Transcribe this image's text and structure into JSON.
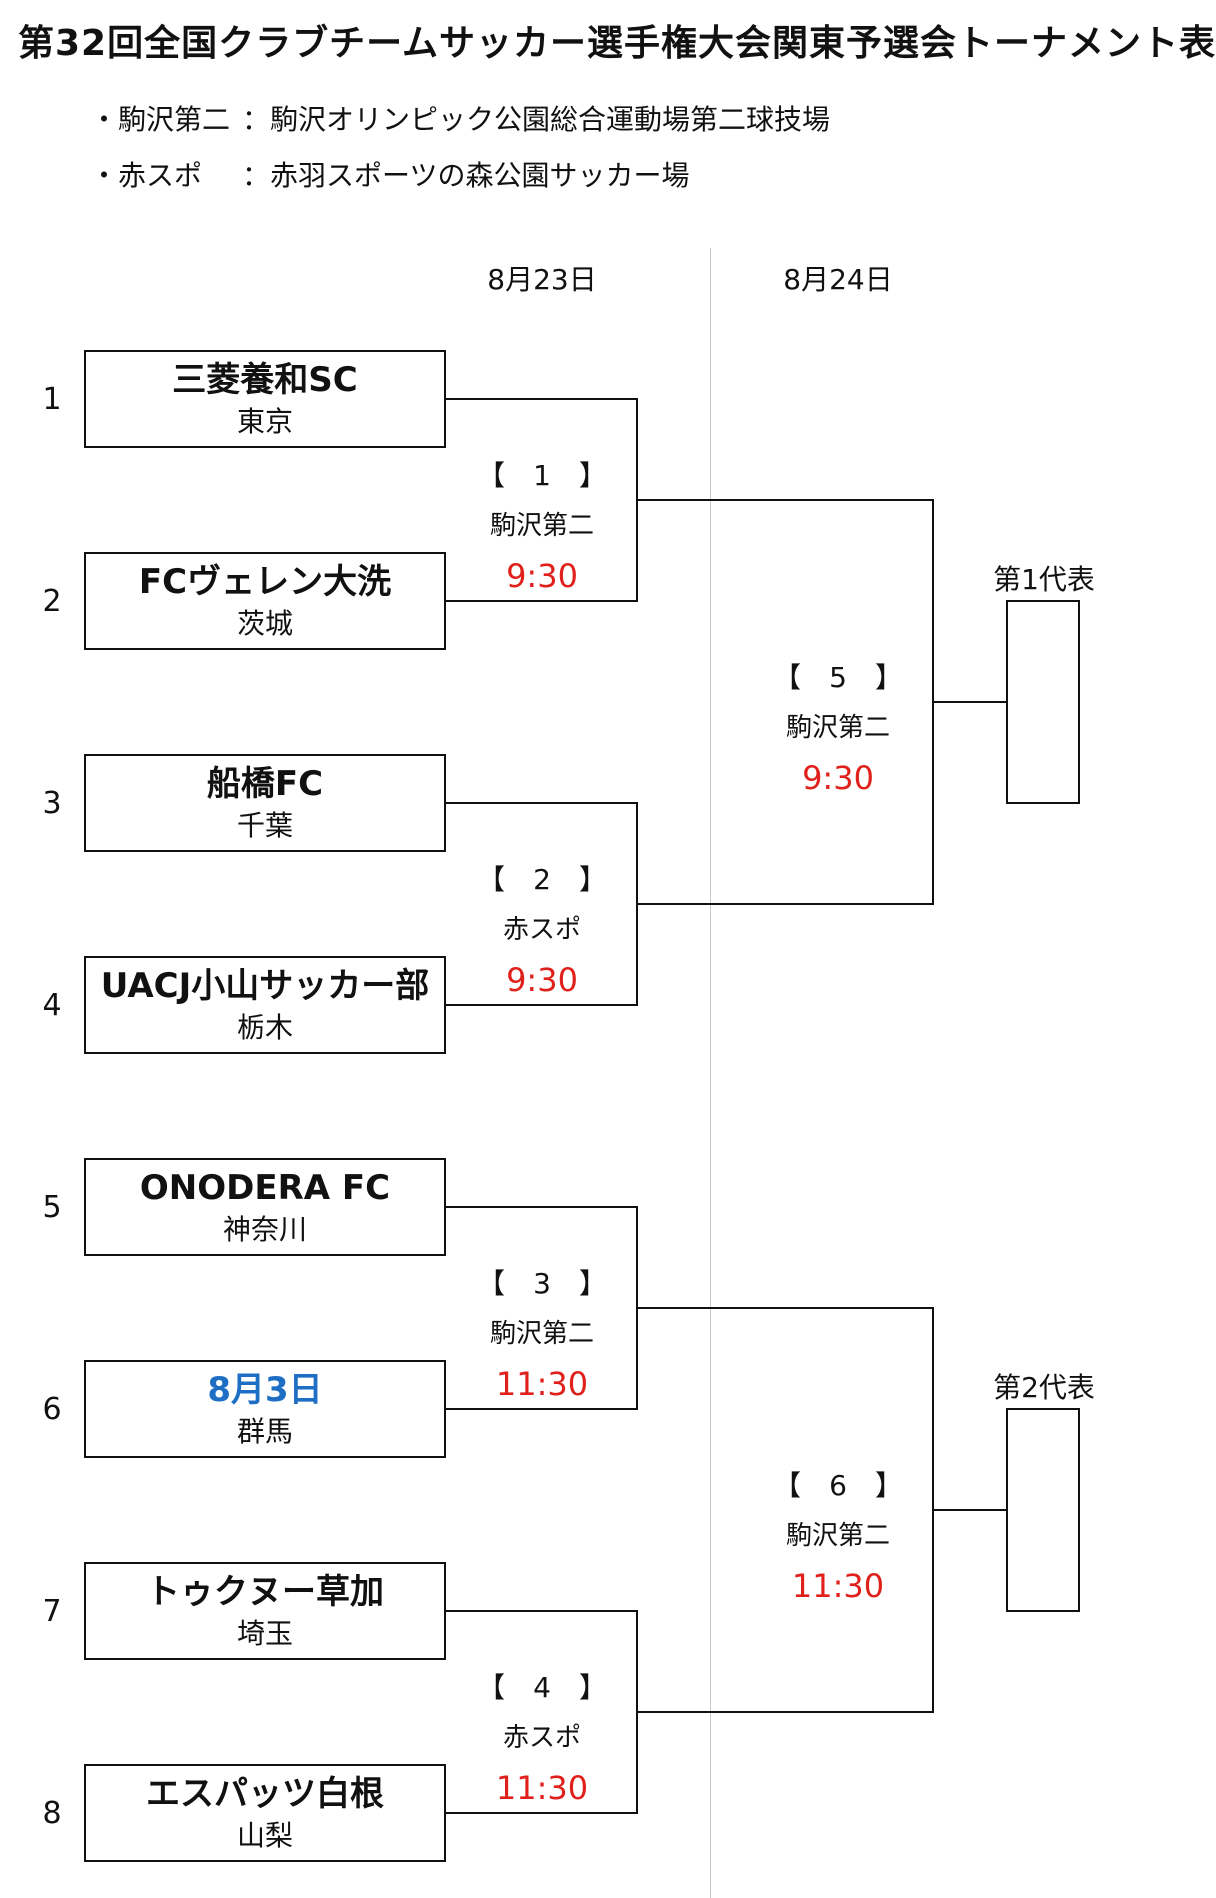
{
  "title": "第32回全国クラブチームサッカー選手権大会関東予選会トーナメント表",
  "notes": [
    {
      "label": "・駒沢第二",
      "value": "：駒沢オリンピック公園総合運動場第二球技場"
    },
    {
      "label": "・赤スポ",
      "value": "：赤羽スポーツの森公園サッカー場"
    }
  ],
  "dates": [
    "8月23日",
    "8月24日"
  ],
  "teams": [
    {
      "seed": "1",
      "name": "三菱養和SC",
      "pref": "東京",
      "accent": "#111111"
    },
    {
      "seed": "2",
      "name": "FCヴェレン大洗",
      "pref": "茨城",
      "accent": "#111111"
    },
    {
      "seed": "3",
      "name": "船橋FC",
      "pref": "千葉",
      "accent": "#111111"
    },
    {
      "seed": "4",
      "name": "UACJ小山サッカー部",
      "pref": "栃木",
      "accent": "#111111"
    },
    {
      "seed": "5",
      "name": "ONODERA FC",
      "pref": "神奈川",
      "accent": "#111111"
    },
    {
      "seed": "6",
      "name": "8月3日",
      "pref": "群馬",
      "accent": "#1e6fc4"
    },
    {
      "seed": "7",
      "name": "トゥクヌー草加",
      "pref": "埼玉",
      "accent": "#111111"
    },
    {
      "seed": "8",
      "name": "エスパッツ白根",
      "pref": "山梨",
      "accent": "#111111"
    }
  ],
  "matches": [
    {
      "num": "【　1　】",
      "venue": "駒沢第二",
      "time": "9:30"
    },
    {
      "num": "【　2　】",
      "venue": "赤スポ",
      "time": "9:30"
    },
    {
      "num": "【　3　】",
      "venue": "駒沢第二",
      "time": "11:30"
    },
    {
      "num": "【　4　】",
      "venue": "赤スポ",
      "time": "11:30"
    },
    {
      "num": "【　5　】",
      "venue": "駒沢第二",
      "time": "9:30"
    },
    {
      "num": "【　6　】",
      "venue": "駒沢第二",
      "time": "11:30"
    }
  ],
  "representatives": [
    "第1代表",
    "第2代表"
  ],
  "colors": {
    "time": "#e0201b",
    "highlight": "#1e6fc4",
    "line": "#111111"
  }
}
